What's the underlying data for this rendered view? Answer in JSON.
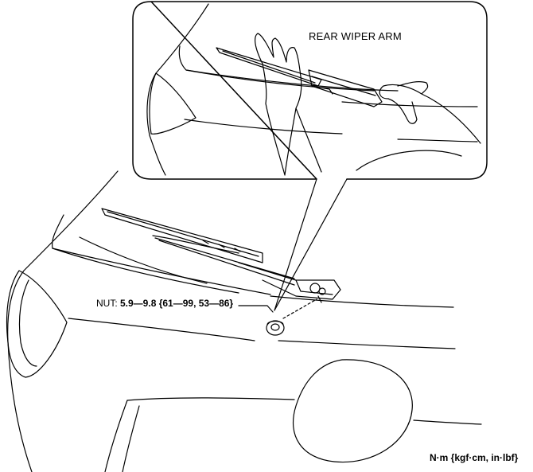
{
  "labels": {
    "rear_wiper_arm": "REAR WIPER ARM",
    "nut_prefix": "NUT: ",
    "nut_torque": "5.9—9.8 {61—99, 53—86}",
    "unit": "N·m {kgf·cm, in·lbf}"
  },
  "colors": {
    "line": "#000000",
    "background": "#ffffff"
  }
}
